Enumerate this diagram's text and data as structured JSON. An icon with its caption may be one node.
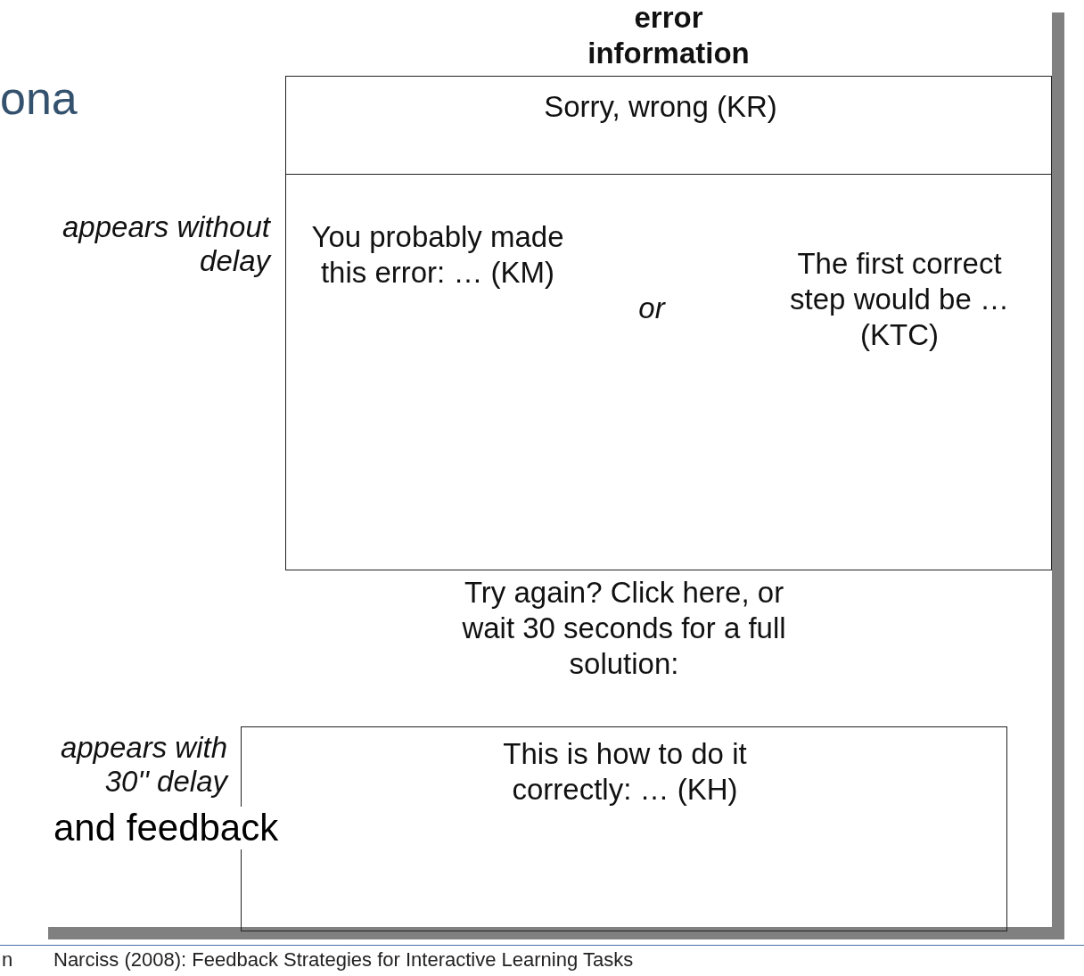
{
  "diagram": {
    "nodes": [
      {
        "text": [
          "error information"
        ]
      },
      {
        "text": [
          "Sorry, wrong (KR)"
        ],
        "in": 0
      },
      {
        "text": [
          "You probably made this error: … (KM)",
          "or",
          "The first correct step would be … (KTC)"
        ],
        "in": 0,
        "beside": [
          "appears without delay"
        ]
      },
      {
        "text": [
          "Try again? Click here, or wait 30 seconds for a full solution:",
          "This is how to do it correctly: … (KH)"
        ],
        "beside": [
          "appears with 30'' delay"
        ]
      }
    ],
    "edges": [],
    "labels": [
      "ona",
      "and feedback",
      "n",
      "Narciss (2008): Feedback Strategies for Interactive Learning Tasks"
    ]
  }
}
